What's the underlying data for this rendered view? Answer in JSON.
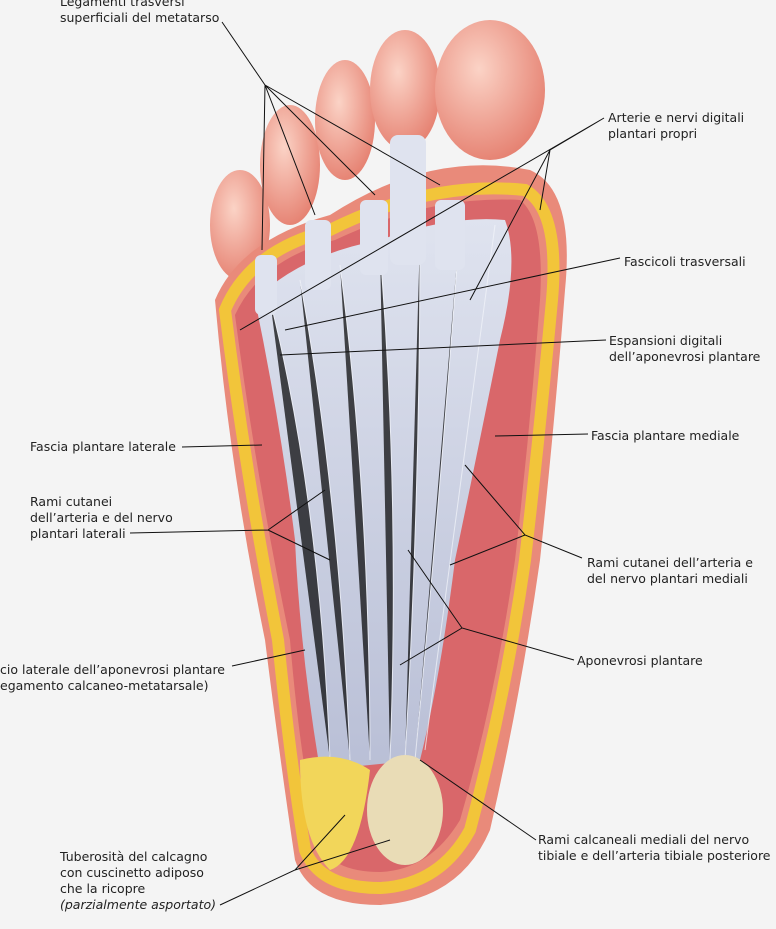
{
  "labels": {
    "legamenti": [
      "Legamenti trasversi",
      "superficiali del metatarso"
    ],
    "arterie_digitali": [
      "Arterie e nervi digitali",
      "plantari propri"
    ],
    "fascicoli": [
      "Fascicoli trasversali"
    ],
    "espansioni": [
      "Espansioni digitali",
      "dell’aponevrosi plantare"
    ],
    "fascia_laterale": [
      "Fascia plantare laterale"
    ],
    "fascia_mediale": [
      "Fascia plantare mediale"
    ],
    "rami_laterali": [
      "Rami cutanei",
      "dell’arteria e del nervo",
      "plantari laterali"
    ],
    "rami_mediali": [
      "Rami cutanei dell’arteria e",
      "del nervo plantari mediali"
    ],
    "fascio_laterale": [
      "cio laterale dell’aponevrosi plantare",
      "egamento calcaneo-metatarsale)"
    ],
    "aponevrosi": [
      "Aponevrosi plantare"
    ],
    "rami_calcaneali": [
      "Rami calcaneali mediali del nervo",
      "tibiale e dell’arteria tibiale posteriore"
    ],
    "tuberosita": [
      "Tuberosità del calcagno",
      "con cuscinetto adiposo",
      "che la ricopre",
      "(parzialmente asportato)"
    ]
  },
  "colors": {
    "skin": "#e98a7a",
    "muscle": "#d9505a",
    "fat": "#f2c53a",
    "fascia": "#c9cfe3",
    "background": "#f4f4f4"
  }
}
